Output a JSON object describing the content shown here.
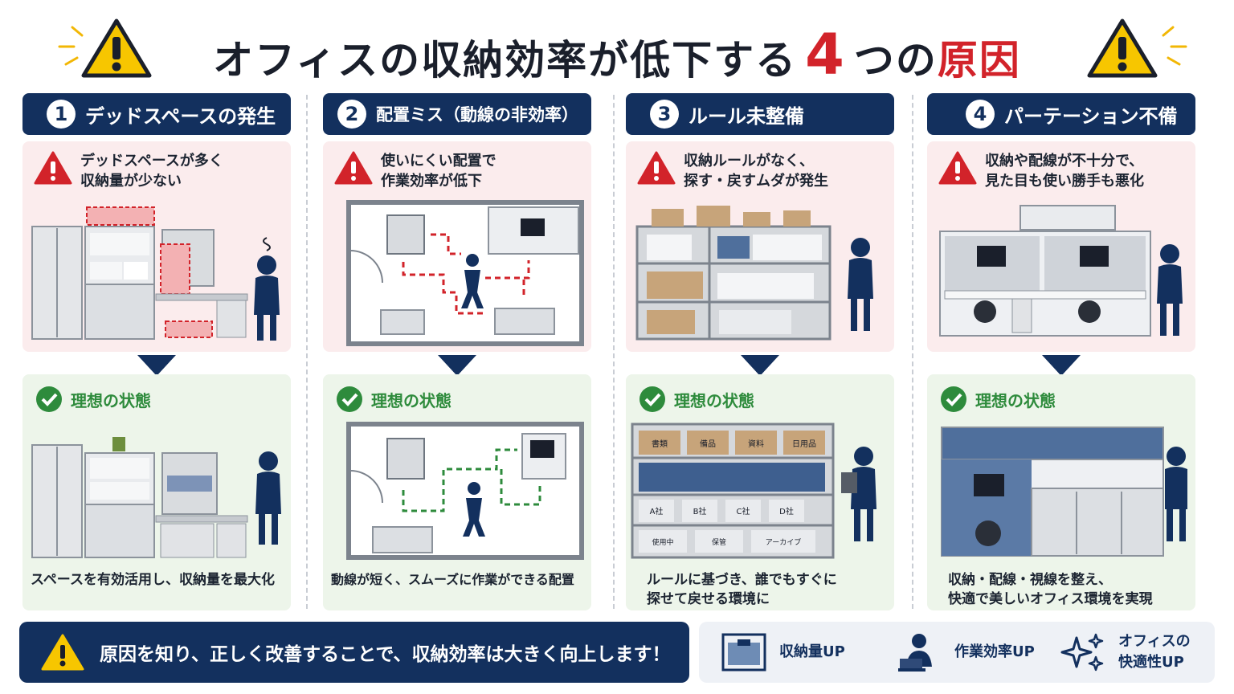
{
  "title": {
    "part1": "オフィスの収納効率が低下する",
    "number": "4",
    "part2": "つの",
    "part3": "原因"
  },
  "colors": {
    "navy": "#13305e",
    "accent_red": "#d2232a",
    "problem_bg": "#fbeced",
    "ideal_bg": "#edf5ea",
    "ok_green": "#2e8b3c",
    "warning_yellow": "#f7c600"
  },
  "causes": [
    {
      "number": "1",
      "heading": "デッドスペースの発生",
      "problem_icon": "warning-icon",
      "problem": "デッドスペースが多く\n収納量が少ない",
      "ideal_label": "理想の状態",
      "ideal": "スペースを有効活用し、収納量を最大化"
    },
    {
      "number": "2",
      "heading": "配置ミス（動線の非効率）",
      "problem_icon": "warning-icon",
      "problem": "使いにくい配置で\n作業効率が低下",
      "ideal_label": "理想の状態",
      "ideal": "動線が短く、スムーズに作業ができる配置"
    },
    {
      "number": "3",
      "heading": "ルール未整備",
      "problem_icon": "warning-icon",
      "problem": "収納ルールがなく、\n探す・戻すムダが発生",
      "ideal_label": "理想の状態",
      "ideal": "ルールに基づき、誰でもすぐに\n探せて戻せる環境に",
      "shelf_labels": [
        "書類",
        "備品",
        "資料",
        "日用品",
        "A社",
        "B社",
        "C社",
        "D社",
        "使用中",
        "保管",
        "アーカイブ"
      ]
    },
    {
      "number": "4",
      "heading": "パーテーション不備",
      "problem_icon": "warning-icon",
      "problem": "収納や配線が不十分で、\n見た目も使い勝手も悪化",
      "ideal_label": "理想の状態",
      "ideal": "収納・配線・視線を整え、\n快適で美しいオフィス環境を実現"
    }
  ],
  "footer": {
    "message": "原因を知り、正しく改善することで、収納効率は大きく向上します！",
    "benefits": [
      {
        "icon": "storage-box-icon",
        "label": "収納量UP"
      },
      {
        "icon": "worker-laptop-icon",
        "label": "作業効率UP"
      },
      {
        "icon": "sparkle-icon",
        "label": "オフィスの\n快適性UP"
      }
    ]
  }
}
